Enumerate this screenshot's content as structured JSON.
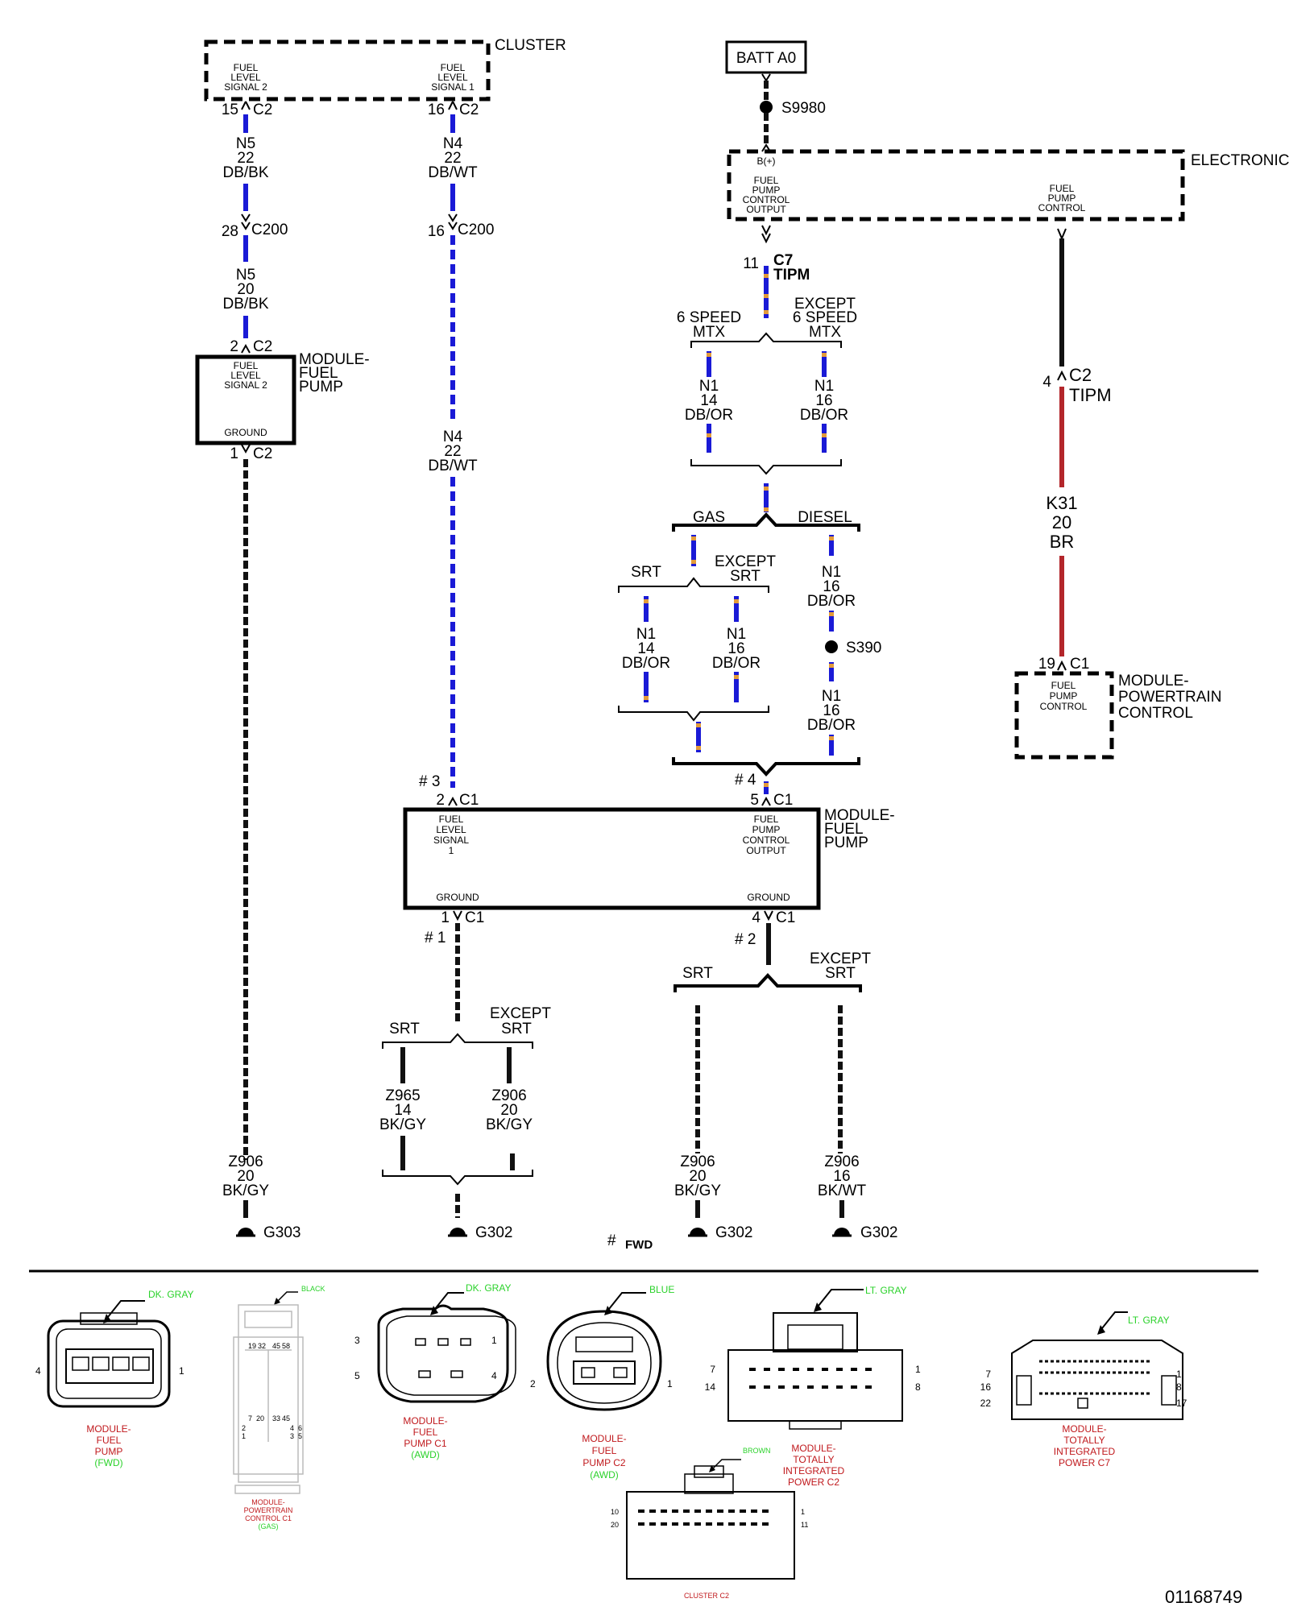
{
  "components": {
    "cluster": "CLUSTER",
    "cluster_pin_left": [
      "FUEL",
      "LEVEL",
      "SIGNAL 2"
    ],
    "cluster_pin_right": [
      "FUEL",
      "LEVEL",
      "SIGNAL 1"
    ],
    "batt": "BATT A0",
    "splice_s9980": "S9980",
    "electronic": "ELECTRONIC",
    "tipm_bplus": "B(+)",
    "tipm_left": [
      "FUEL",
      "PUMP",
      "CONTROL",
      "OUTPUT"
    ],
    "tipm_right": [
      "FUEL",
      "PUMP",
      "CONTROL"
    ],
    "module_fuel_pump_left_title": [
      "MODULE-",
      "FUEL",
      "PUMP"
    ],
    "module_fuel_pump_left_top": [
      "FUEL",
      "LEVEL",
      "SIGNAL 2"
    ],
    "module_fuel_pump_left_ground": "GROUND",
    "module_fuel_pump_main_title": [
      "MODULE-",
      "FUEL",
      "PUMP"
    ],
    "module_fuel_pump_main_left": [
      "FUEL",
      "LEVEL",
      "SIGNAL",
      "1"
    ],
    "module_fuel_pump_main_right": [
      "FUEL",
      "PUMP",
      "CONTROL",
      "OUTPUT"
    ],
    "module_fuel_pump_main_ground_l": "GROUND",
    "module_fuel_pump_main_ground_r": "GROUND",
    "pcm_title": [
      "MODULE-",
      "POWERTRAIN",
      "CONTROL"
    ],
    "pcm_pin": [
      "FUEL",
      "PUMP",
      "CONTROL"
    ],
    "splice_s390": "S390"
  },
  "connectors": {
    "c15": "15",
    "c15c": "C2",
    "c16": "16",
    "c16c": "C2",
    "c28": "28",
    "c28c": "C200",
    "c16b": "16",
    "c16bc": "C200",
    "c2": "2",
    "c2c": "C2",
    "c1": "1",
    "c1c": "C2",
    "c11": "11",
    "c11c": "C7",
    "c11t": "TIPM",
    "c4": "4",
    "c4c": "C2",
    "c4t": "TIPM",
    "c19": "19",
    "c19c": "C1",
    "c2b": "2",
    "c2bc": "C1",
    "c5": "5",
    "c5c": "C1",
    "c1b": "1",
    "c1bc": "C1",
    "c4b": "4",
    "c4bc": "C1"
  },
  "wires": {
    "n5a": [
      "N5",
      "22",
      "DB/BK"
    ],
    "n4a": [
      "N4",
      "22",
      "DB/WT"
    ],
    "n5b": [
      "N5",
      "20",
      "DB/BK"
    ],
    "n4b": [
      "N4",
      "22",
      "DB/WT"
    ],
    "n1_14": [
      "N1",
      "14",
      "DB/OR"
    ],
    "n1_16": [
      "N1",
      "16",
      "DB/OR"
    ],
    "k31": [
      "K31",
      "20",
      "BR"
    ],
    "n1_16_diesel": [
      "N1",
      "16",
      "DB/OR"
    ],
    "n1_14_srt": [
      "N1",
      "14",
      "DB/OR"
    ],
    "n1_16_xsrt": [
      "N1",
      "16",
      "DB/OR"
    ],
    "n1_16_diesel2": [
      "N1",
      "16",
      "DB/OR"
    ],
    "z965": [
      "Z965",
      "14",
      "BK/GY"
    ],
    "z906a": [
      "Z906",
      "20",
      "BK/GY"
    ],
    "z906b": [
      "Z906",
      "20",
      "BK/GY"
    ],
    "z906c": [
      "Z906",
      "20",
      "BK/GY"
    ],
    "z906d": [
      "Z906",
      "16",
      "BK/WT"
    ]
  },
  "options": {
    "mtx6": [
      "6 SPEED",
      "MTX"
    ],
    "xmtx6": [
      "EXCEPT",
      "6 SPEED",
      "MTX"
    ],
    "gas": "GAS",
    "diesel": "DIESEL",
    "srt1": "SRT",
    "xsrt1": [
      "EXCEPT",
      "SRT"
    ],
    "srt2": "SRT",
    "xsrt2": [
      "EXCEPT",
      "SRT"
    ],
    "srt3": "SRT",
    "xsrt3": [
      "EXCEPT",
      "SRT"
    ]
  },
  "notes": {
    "n3": "# 3",
    "n4": "# 4",
    "n1": "# 1",
    "n2": "# 2",
    "fwd_hash": "#",
    "fwd": "FWD"
  },
  "grounds": {
    "g303": "G303",
    "g302a": "G302",
    "g302b": "G302",
    "g302c": "G302"
  },
  "connector_views": {
    "v1_color": "DK. GRAY",
    "v1_name": [
      "MODULE-",
      "FUEL",
      "PUMP"
    ],
    "v1_variant": "(FWD)",
    "v1_pins": [
      "4",
      "1"
    ],
    "v2_color": "BLACK",
    "v2_name": [
      "MODULE-",
      "POWERTRAIN",
      "CONTROL C1"
    ],
    "v2_variant": "(GAS)",
    "v2_pins_top": [
      "19",
      "32",
      "45",
      "58"
    ],
    "v2_pins_mid": [
      "7",
      "20",
      "33",
      "45"
    ],
    "v2_pins_left": [
      "2",
      "1"
    ],
    "v2_pins_right": [
      "4",
      "6",
      "3",
      "5"
    ],
    "v3_color": "DK. GRAY",
    "v3_name": [
      "MODULE-",
      "FUEL",
      "PUMP C1"
    ],
    "v3_variant": "(AWD)",
    "v3_pins": [
      "3",
      "1",
      "5",
      "4"
    ],
    "v4_color": "BLUE",
    "v4_name": [
      "MODULE-",
      "FUEL",
      "PUMP C2"
    ],
    "v4_variant": "(AWD)",
    "v4_pins": [
      "2",
      "1"
    ],
    "v5_color": "BROWN",
    "v5_name": "CLUSTER C2",
    "v5_pins": [
      "10",
      "1",
      "20",
      "11"
    ],
    "v6_color": "LT. GRAY",
    "v6_name": [
      "MODULE-",
      "TOTALLY",
      "INTEGRATED",
      "POWER C2"
    ],
    "v6_pins": [
      "7",
      "1",
      "14",
      "8"
    ],
    "v7_color": "LT. GRAY",
    "v7_name": [
      "MODULE-",
      "TOTALLY",
      "INTEGRATED",
      "POWER C7"
    ],
    "v7_pins": [
      "7",
      "1",
      "16",
      "8",
      "22",
      "17"
    ]
  },
  "doc_number": "01168749"
}
